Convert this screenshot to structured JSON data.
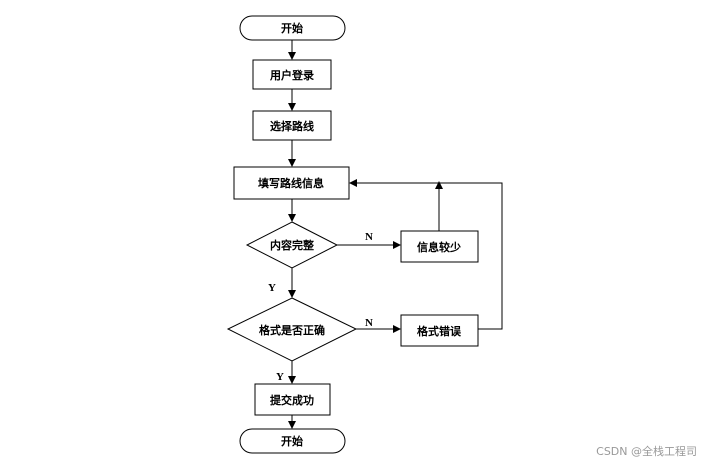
{
  "nodes": {
    "start": "开始",
    "login": "用户登录",
    "choose_route": "选择路线",
    "fill_info": "填写路线信息",
    "content_complete": "内容完整",
    "info_less": "信息较少",
    "format_correct": "格式是否正确",
    "format_error": "格式错误",
    "submit_success": "提交成功",
    "end": "开始"
  },
  "edge_labels": {
    "complete_no": "N",
    "complete_yes": "Y",
    "format_no": "N",
    "format_yes": "Y"
  },
  "watermark": "CSDN @全栈工程司"
}
